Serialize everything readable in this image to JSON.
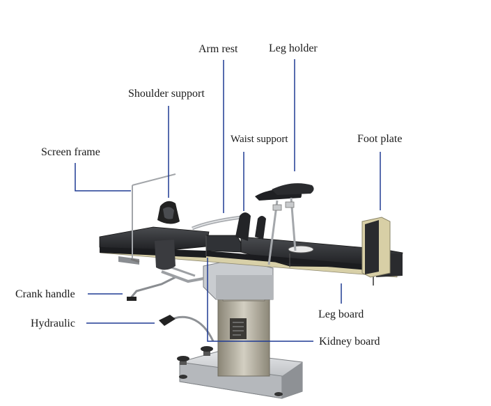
{
  "labels": {
    "arm_rest": "Arm rest",
    "leg_holder": "Leg holder",
    "shoulder_support": "Shoulder support",
    "waist_support": "Waist support",
    "foot_plate": "Foot plate",
    "screen_frame": "Screen frame",
    "crank_handle": "Crank handle",
    "hydraulic": "Hydraulic",
    "leg_board": "Leg board",
    "kidney_board": "Kidney board"
  },
  "colors": {
    "leader_line": "#1f3a93",
    "mattress": "#2b2d31",
    "steel": "#b9bcc0",
    "column": "#a8a395",
    "base": "#c7c9cc"
  }
}
